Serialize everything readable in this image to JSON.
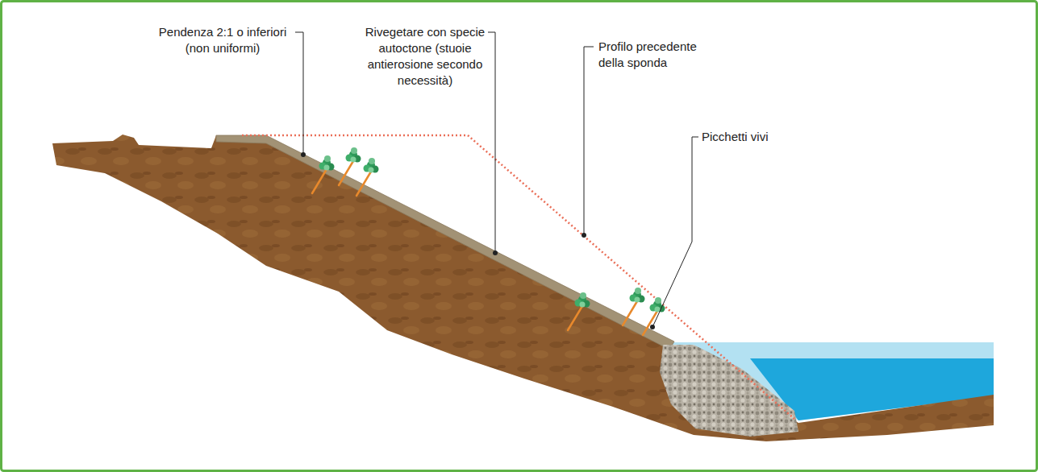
{
  "diagram": {
    "labels": [
      "Pendenza 2:1 o inferiori (non uniformi)",
      "Rivegetare con specie autoctone (stuoie antierosione secondo necessità)",
      "Profilo precedente della sponda",
      "Picchetti vivi"
    ]
  }
}
